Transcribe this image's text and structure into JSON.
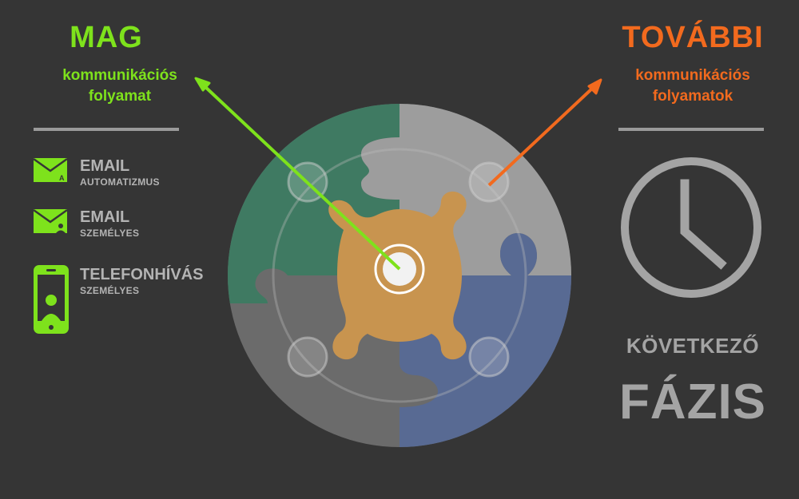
{
  "left": {
    "title": "MAG",
    "subtitle_line1": "kommunikációs",
    "subtitle_line2": "folyamat",
    "items": [
      {
        "title": "EMAIL",
        "subtitle": "AUTOMATIZMUS",
        "icon": "email-auto-icon"
      },
      {
        "title": "EMAIL",
        "subtitle": "SZEMÉLYES",
        "icon": "email-personal-icon"
      },
      {
        "title": "TELEFONHÍVÁS",
        "subtitle": "SZEMÉLYES",
        "icon": "phone-icon"
      }
    ]
  },
  "right": {
    "title": "TOVÁBBI",
    "subtitle_line1": "kommunikációs",
    "subtitle_line2": "folyamatok",
    "next_line1": "KÖVETKEZŐ",
    "next_line2": "FÁZIS",
    "icon": "clock-icon"
  },
  "colors": {
    "background": "#353535",
    "green_accent": "#7ee21c",
    "orange_accent": "#f26a1e",
    "puzzle_green": "#3f7a62",
    "puzzle_gray_light": "#9d9d9d",
    "puzzle_gray_dark": "#6b6b6b",
    "puzzle_blue": "#586a93",
    "puzzle_center": "#c8944f"
  }
}
